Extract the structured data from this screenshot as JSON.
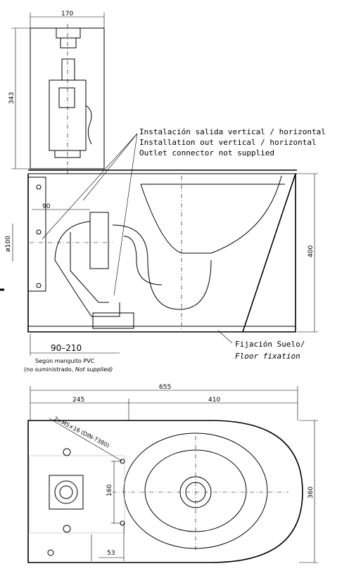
{
  "top_view": {
    "dims": {
      "tank_width": "170",
      "tank_height": "343",
      "pipe_dia": "ø100",
      "offset_90": "90",
      "height_400": "400",
      "range": "90–210"
    },
    "notes": {
      "line1": "Instalación salida vertical / horizontal",
      "line2": "Installation out vertical / horizontal",
      "line3": "Outlet connector not supplied",
      "fix_es": "Fijación Suelo/",
      "fix_en": "Floor fixation",
      "pvc": "Según manguito PVC",
      "supplied_a": "(no suministrado, ",
      "supplied_b": "Not supplied)"
    }
  },
  "plan_view": {
    "dims": {
      "total": "655",
      "left": "245",
      "right": "410",
      "depth": "360",
      "hole_spacing": "160",
      "offset_53": "53",
      "screw_spec": "2×M5×16 (DIN-7380)"
    }
  }
}
